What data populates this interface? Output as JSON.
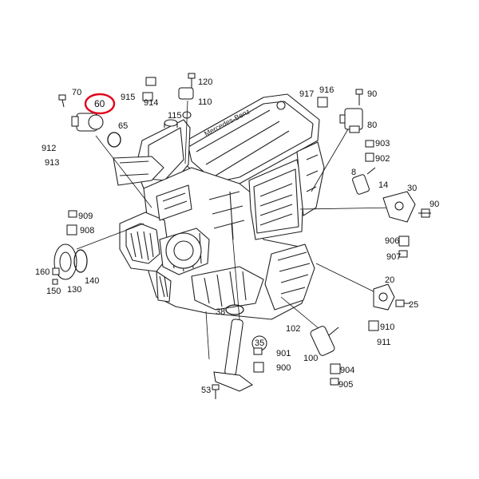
{
  "diagram": {
    "brand_text": "Mercedes-Benz",
    "highlight_color": "#e0001a",
    "labels": {
      "p60": "60",
      "p65": "65",
      "p70": "70",
      "p912": "912",
      "p913": "913",
      "p915": "915",
      "p914": "914",
      "p120": "120",
      "p110": "110",
      "p115": "115",
      "p917": "917",
      "p916": "916",
      "p90a": "90",
      "p80": "80",
      "p903": "903",
      "p902": "902",
      "p8": "8",
      "p14": "14",
      "p30": "30",
      "p90b": "90",
      "p906": "906",
      "p907": "907",
      "p909": "909",
      "p908": "908",
      "p160": "160",
      "p150": "150",
      "p130": "130",
      "p140": "140",
      "p20": "20",
      "p25": "25",
      "p910": "910",
      "p911": "911",
      "p38": "38",
      "p35": "35",
      "p102": "102",
      "p901": "901",
      "p900": "900",
      "p100": "100",
      "p904": "904",
      "p905": "905",
      "p53": "53"
    }
  }
}
